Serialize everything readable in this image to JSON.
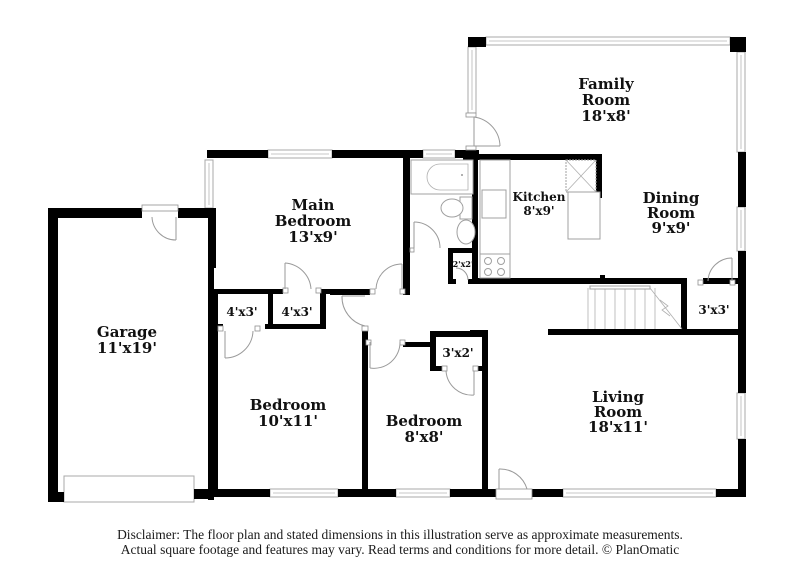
{
  "rooms": {
    "family_room": {
      "name_line1": "Family",
      "name_line2": "Room",
      "dims": "18'x8'"
    },
    "kitchen": {
      "name": "Kitchen",
      "dims": "8'x9'"
    },
    "dining_room": {
      "name_line1": "Dining",
      "name_line2": "Room",
      "dims": "9'x9'"
    },
    "main_bedroom": {
      "name_line1": "Main",
      "name_line2": "Bedroom",
      "dims": "13'x9'"
    },
    "garage": {
      "name": "Garage",
      "dims": "11'x19'"
    },
    "closet_a": {
      "dims": "4'x3'"
    },
    "closet_b": {
      "dims": "4'x3'"
    },
    "pantry": {
      "dims": "2'x2'"
    },
    "closet_c": {
      "dims": "3'x3'"
    },
    "closet_d": {
      "dims": "3'x2'"
    },
    "bedroom_1": {
      "name": "Bedroom",
      "dims": "10'x11'"
    },
    "bedroom_2": {
      "name": "Bedroom",
      "dims": "8'x8'"
    },
    "living_room": {
      "name_line1": "Living",
      "name_line2": "Room",
      "dims": "18'x11'"
    }
  },
  "disclaimer": {
    "line1": "Disclaimer: The floor plan and stated dimensions in this illustration serve as approximate measurements.",
    "line2": "Actual square footage and features may vary. Read terms and conditions for more detail. © PlanOmatic"
  },
  "colors": {
    "wall": "#000000",
    "window": "#a8a8a8",
    "background": "#ffffff"
  }
}
